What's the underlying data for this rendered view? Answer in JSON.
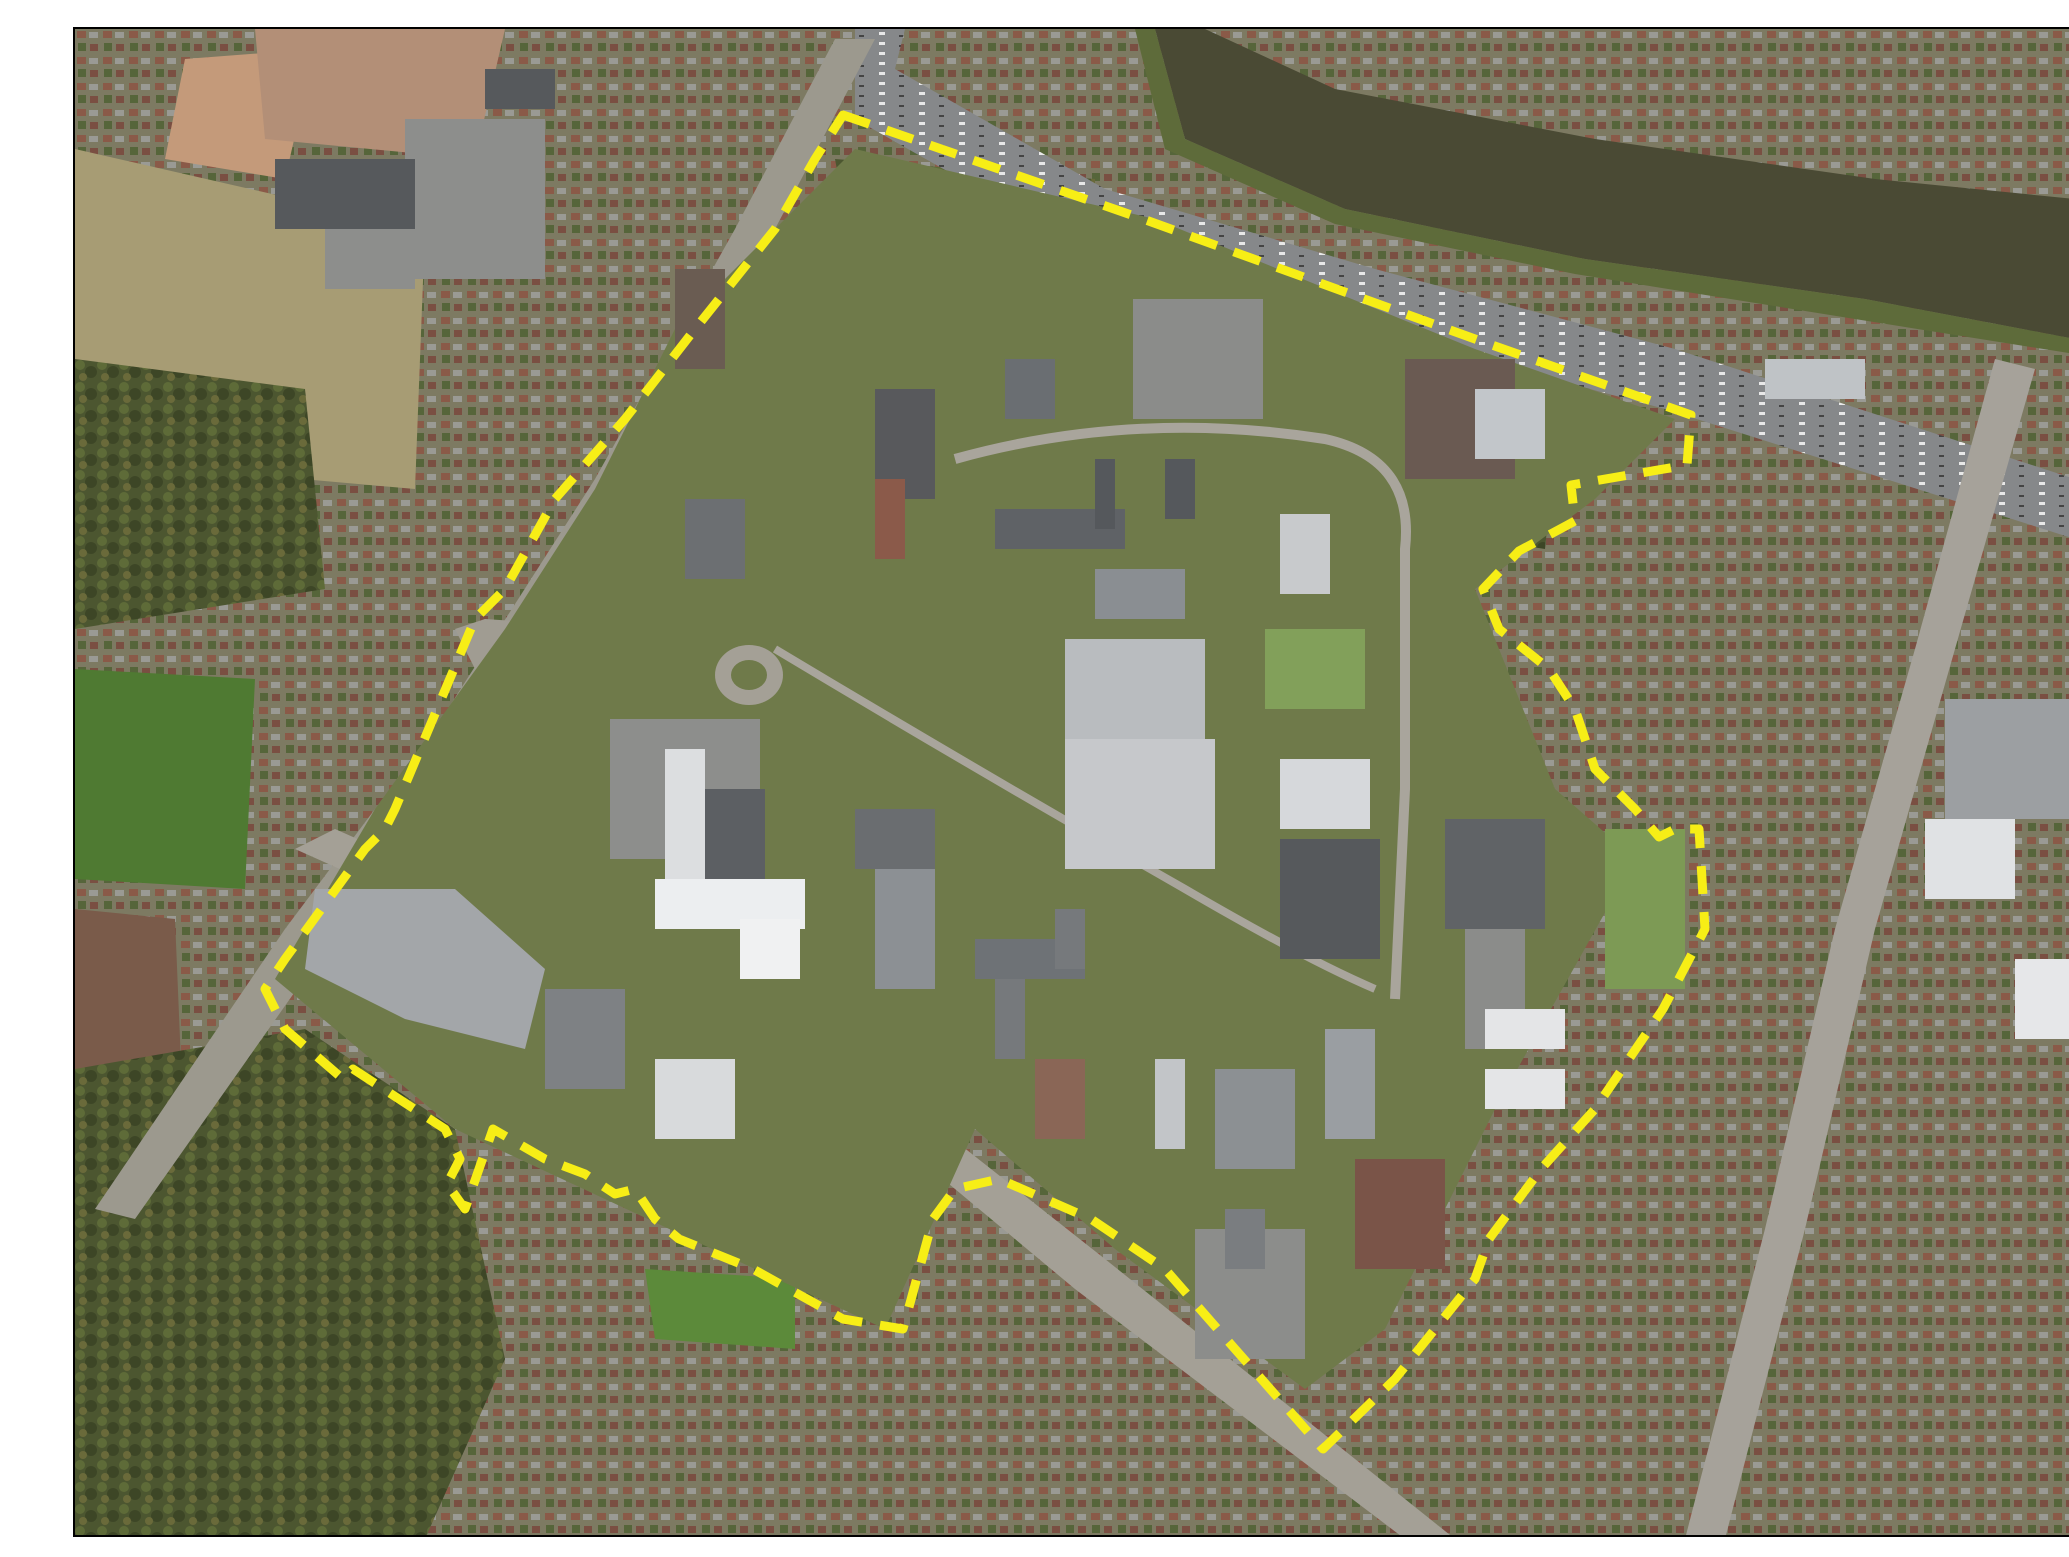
{
  "map": {
    "type": "aerial-photo",
    "frame_color": "#000000",
    "palette": {
      "vegetation": "#5e6a3c",
      "vegetation_dark": "#3f4a2a",
      "lawn": "#7f9a50",
      "field_green": "#4f7a32",
      "farmland": "#a79a78",
      "bare_soil": "#b99177",
      "water": "#4a4a36",
      "urban": "#8e8474",
      "motorway": "#878985",
      "road": "#a6a29a",
      "parking": "#8c8d8c",
      "roof_gray": "#8a8e92",
      "roof_dark": "#55585c",
      "roof_white": "#e7e8ea",
      "roof_red": "#8b5a4a",
      "boundary": "#f7ee16"
    },
    "layers": [
      "farmland",
      "forest",
      "river",
      "motorway",
      "residential-blocks",
      "campus-buildings",
      "study-area-boundary"
    ],
    "boundary": {
      "style": "dashed",
      "color": "#f7ee16"
    }
  }
}
